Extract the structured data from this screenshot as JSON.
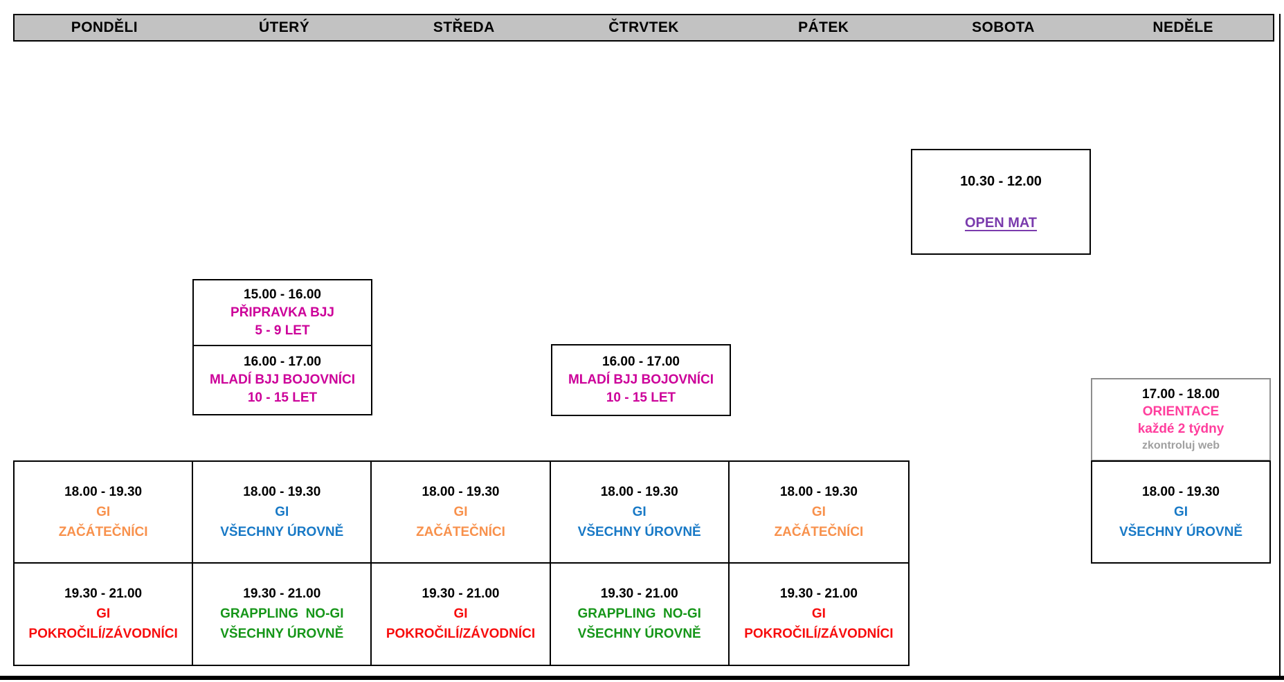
{
  "colors": {
    "header_bg": "#c2c2c2",
    "black": "#000000",
    "magenta": "#cc0099",
    "pink": "#ff3e9d",
    "purple": "#7a3bad",
    "orange": "#f8914c",
    "blue": "#1879c6",
    "red": "#f70c0c",
    "green": "#169619",
    "muted": "#a0a0a0"
  },
  "header": {
    "days": [
      "PONDĚLI",
      "ÚTERÝ",
      "STŘEDA",
      "ČTRVTEK",
      "PÁTEK",
      "SOBOTA",
      "NEDĚLE"
    ]
  },
  "events": {
    "open_mat": {
      "time": "10.30 - 12.00",
      "title": "OPEN MAT"
    },
    "pripravka": {
      "time": "15.00 - 16.00",
      "title": "PŘIPRAVKA BJJ",
      "subtitle": "5 - 9 LET"
    },
    "mladi_utery": {
      "time": "16.00 - 17.00",
      "title": "MLADÍ BJJ BOJOVNÍCI",
      "subtitle": "10 - 15 LET"
    },
    "mladi_ctvrtek": {
      "time": "16.00 - 17.00",
      "title": "MLADÍ BJJ BOJOVNÍCI",
      "subtitle": "10 - 15 LET"
    },
    "orientace": {
      "time": "17.00 - 18.00",
      "title": "ORIENTACE",
      "subtitle": "každé 2 týdny",
      "note": "zkontroluj web"
    },
    "nedele_gi": {
      "time": "18.00 - 19.30",
      "title": "GI",
      "subtitle": "VŠECHNY ÚROVNĚ"
    }
  },
  "grid": {
    "row1": [
      {
        "time": "18.00 - 19.30",
        "line1": "GI",
        "line2": "ZAČÁTEČNÍCI"
      },
      {
        "time": "18.00 - 19.30",
        "line1": "GI",
        "line2": "VŠECHNY ÚROVNĚ"
      },
      {
        "time": "18.00 - 19.30",
        "line1": "GI",
        "line2": "ZAČÁTEČNÍCI"
      },
      {
        "time": "18.00 - 19.30",
        "line1": "GI",
        "line2": "VŠECHNY ÚROVNĚ"
      },
      {
        "time": "18.00 - 19.30",
        "line1": "GI",
        "line2": "ZAČÁTEČNÍCI"
      }
    ],
    "row2": [
      {
        "time": "19.30 - 21.00",
        "line1": "GI",
        "line2": "POKROČILÍ/ZÁVODNÍCI"
      },
      {
        "time": "19.30 - 21.00",
        "line1": "GRAPPLING  NO-GI",
        "line2": "VŠECHNY ÚROVNĚ"
      },
      {
        "time": "19.30 - 21.00",
        "line1": "GI",
        "line2": "POKROČILÍ/ZÁVODNÍCI"
      },
      {
        "time": "19.30 - 21.00",
        "line1": "GRAPPLING  NO-GI",
        "line2": "VŠECHNY ÚROVNĚ"
      },
      {
        "time": "19.30 - 21.00",
        "line1": "GI",
        "line2": "POKROČILÍ/ZÁVODNÍCI"
      }
    ]
  }
}
